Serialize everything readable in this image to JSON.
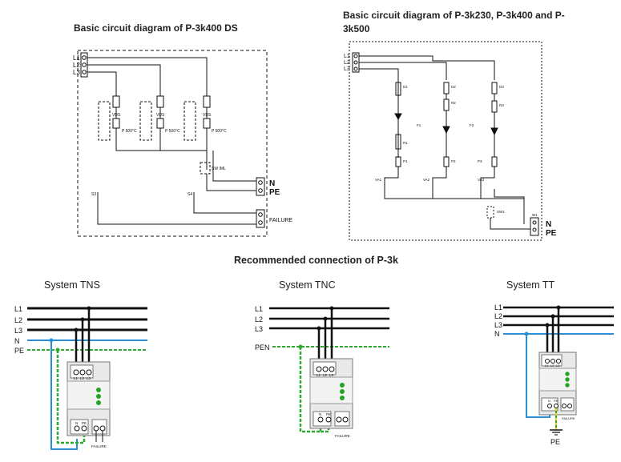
{
  "titles": {
    "ds": "Basic circuit diagram of P-3k400 DS",
    "k230": "Basic circuit diagram of P-3k230, P-3k400 and P-3k500",
    "recommended": "Recommended connection of P-3k"
  },
  "systems": {
    "tns": {
      "title": "System  TNS",
      "lines": [
        "L1",
        "L2",
        "L3",
        "N",
        "PE"
      ]
    },
    "tnc": {
      "title": "System  TNC",
      "lines": [
        "L1",
        "L2",
        "L3",
        "PEN"
      ]
    },
    "tt": {
      "title": "System  TT",
      "lines": [
        "L1",
        "L2",
        "L3",
        "N"
      ],
      "ground": "PE"
    }
  },
  "device": {
    "terminals_top": [
      "L1",
      "L2",
      "L3"
    ],
    "terminals_bottom": [
      "N",
      "PE"
    ],
    "failure": "FAILURE"
  },
  "diagram_ds": {
    "terminals": [
      "L1",
      "L2",
      "L3"
    ],
    "n": "N",
    "pe": "PE",
    "failure": "FAILURE"
  },
  "diagram_k230": {
    "terminals": [
      "L1",
      "L2",
      "L3"
    ],
    "n": "N",
    "pe": "PE"
  },
  "colors": {
    "n_line": "#2b8fd6",
    "pe_line": "#2fa82f",
    "led": "#22a322",
    "device_body": "#e9e9e9",
    "pe_tt": "#e8d800"
  }
}
